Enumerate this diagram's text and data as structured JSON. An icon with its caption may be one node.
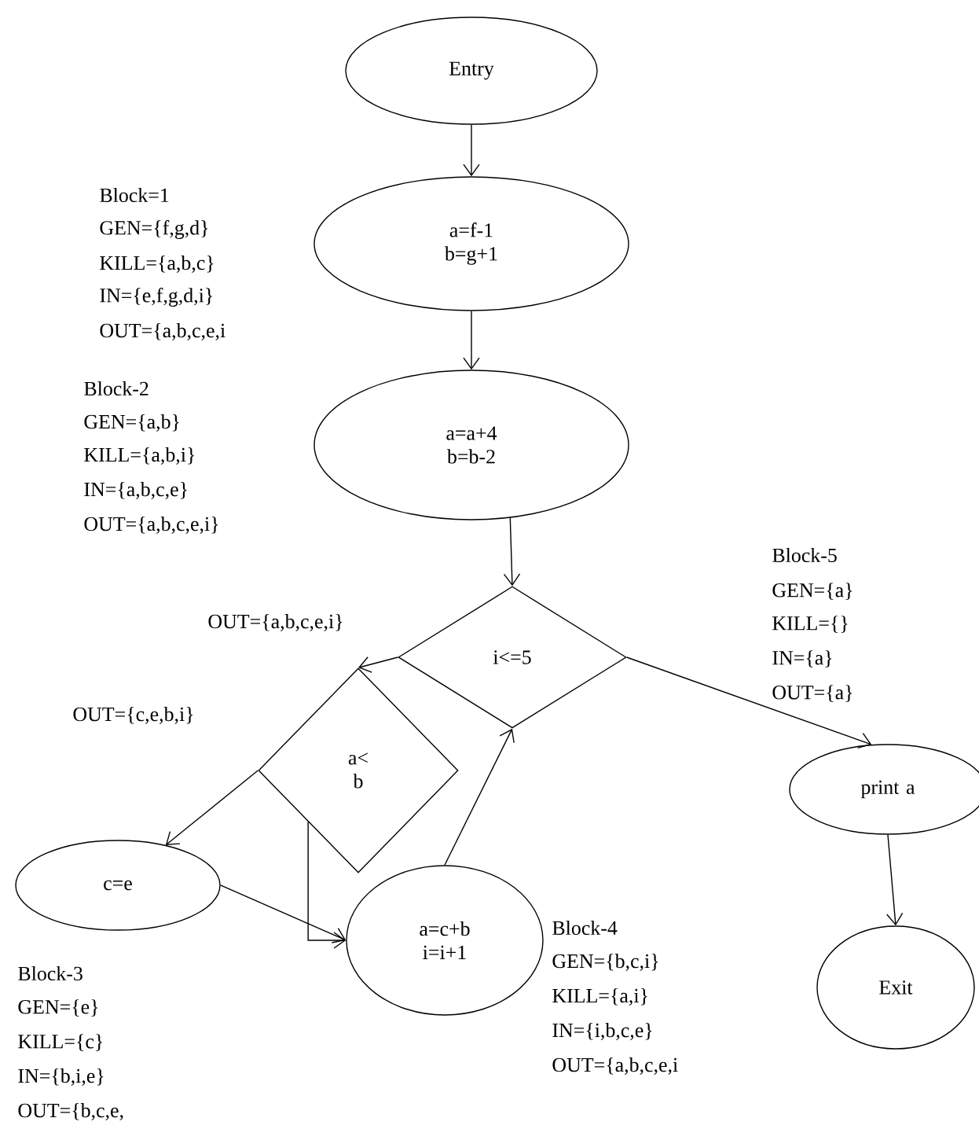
{
  "diagram": {
    "nodes": [
      {
        "text": [
          "Entry"
        ]
      },
      {
        "text": [
          "a=f-1 b=g+1"
        ]
      },
      {
        "text": [
          "a=a+4 b=b-2"
        ]
      },
      {
        "text": [
          "i<=5"
        ]
      },
      {
        "text": [
          "a< b"
        ]
      },
      {
        "text": [
          "c=e"
        ]
      },
      {
        "text": [
          "a=c+b i=i+1"
        ]
      },
      {
        "text": [
          "print a"
        ]
      },
      {
        "text": [
          "Exit"
        ]
      }
    ],
    "edges": [
      {
        "from": 0,
        "to": 1,
        "arrow": "to"
      },
      {
        "from": 1,
        "to": 2,
        "arrow": "to"
      },
      {
        "from": 2,
        "to": 3,
        "arrow": "to"
      },
      {
        "from": 3,
        "to": 4,
        "arrow": "to"
      },
      {
        "from": 3,
        "to": 7,
        "arrow": "to"
      },
      {
        "from": 4,
        "to": 5,
        "arrow": "to"
      },
      {
        "from": 4,
        "to": 6,
        "arrow": "to"
      },
      {
        "from": 5,
        "to": 6,
        "arrow": "to"
      },
      {
        "from": 6,
        "to": 3,
        "arrow": "to"
      },
      {
        "from": 7,
        "to": 8,
        "arrow": "to"
      }
    ],
    "labels": [
      "Block=1",
      "GEN={f,g,d}",
      "KILL={a,b,c}",
      "IN={e,f,g,d,i}",
      "OUT={a,b,c,e,i",
      "Block-2",
      "GEN={a,b}",
      "KILL={a,b,i}",
      "IN={a,b,c,e}",
      "OUT={a,b,c,e,i}",
      "Block-5",
      "GEN={a}",
      "KILL={}",
      "IN={a}",
      "OUT={a}",
      "OUT={a,b,c,e,i}",
      "OUT={c,e,b,i}",
      "Block-4",
      "GEN={b,c,i}",
      "KILL={a,i}",
      "IN={i,b,c,e}",
      "OUT={a,b,c,e,i",
      "Block-3",
      "GEN={e}",
      "KILL={c}",
      "IN={b,i,e}",
      "OUT={b,c,e,"
    ]
  }
}
